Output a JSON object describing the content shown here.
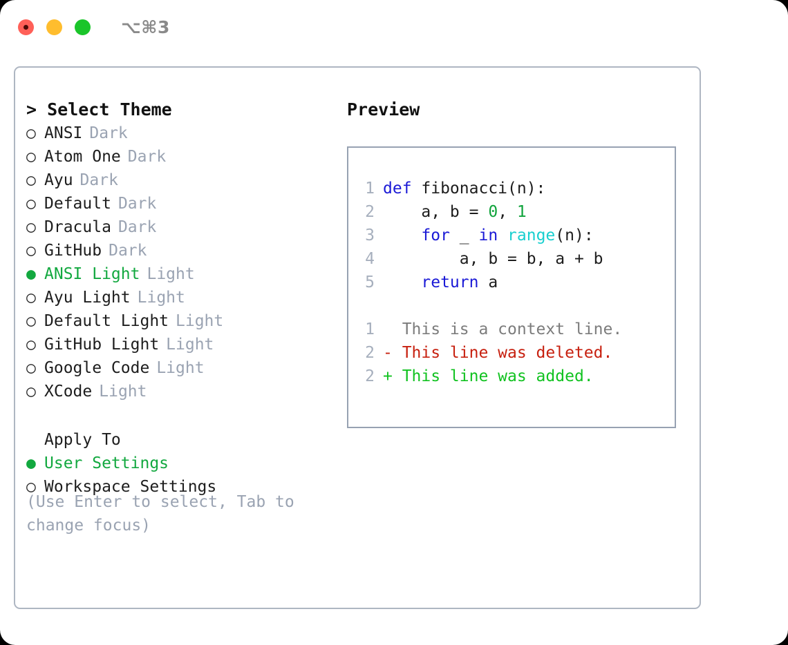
{
  "window": {
    "title": "⌥⌘3",
    "traffic_lights": [
      "close",
      "minimize",
      "maximize"
    ]
  },
  "colors": {
    "accent_green": "#12a83f",
    "muted": "#9aa3b2",
    "text": "#1d1d1d",
    "border": "#aeb6c2",
    "keyword_blue": "#1a19d6",
    "number_green": "#0fa33b",
    "builtin_cyan": "#18cfcf",
    "diff_delete_red": "#c7200f",
    "diff_add_green": "#11c220",
    "line_number": "#a6afbd"
  },
  "theme_list": {
    "header": "> Select Theme",
    "items": [
      {
        "bullet": "○",
        "selected": false,
        "name": "ANSI",
        "tag": "Dark"
      },
      {
        "bullet": "○",
        "selected": false,
        "name": "Atom One",
        "tag": "Dark"
      },
      {
        "bullet": "○",
        "selected": false,
        "name": "Ayu",
        "tag": "Dark"
      },
      {
        "bullet": "○",
        "selected": false,
        "name": "Default",
        "tag": "Dark"
      },
      {
        "bullet": "○",
        "selected": false,
        "name": "Dracula",
        "tag": "Dark"
      },
      {
        "bullet": "○",
        "selected": false,
        "name": "GitHub",
        "tag": "Dark"
      },
      {
        "bullet": "●",
        "selected": true,
        "name": "ANSI Light",
        "tag": "Light"
      },
      {
        "bullet": "○",
        "selected": false,
        "name": "Ayu Light",
        "tag": "Light"
      },
      {
        "bullet": "○",
        "selected": false,
        "name": "Default Light",
        "tag": "Light"
      },
      {
        "bullet": "○",
        "selected": false,
        "name": "GitHub Light",
        "tag": "Light"
      },
      {
        "bullet": "○",
        "selected": false,
        "name": "Google Code",
        "tag": "Light"
      },
      {
        "bullet": "○",
        "selected": false,
        "name": "XCode",
        "tag": "Light"
      }
    ]
  },
  "apply_to": {
    "label": "Apply To",
    "items": [
      {
        "bullet": "●",
        "selected": true,
        "name": "User Settings"
      },
      {
        "bullet": "○",
        "selected": false,
        "name": "Workspace Settings"
      }
    ]
  },
  "hint": "(Use Enter to select, Tab to change focus)",
  "preview": {
    "title": "Preview",
    "code_lines": [
      {
        "lineno": "1",
        "tokens": [
          {
            "t": "def",
            "c": "kw"
          },
          {
            "t": " fibonacci(n):",
            "c": "plain"
          }
        ]
      },
      {
        "lineno": "2",
        "tokens": [
          {
            "t": "    a, b = ",
            "c": "plain"
          },
          {
            "t": "0",
            "c": "num"
          },
          {
            "t": ", ",
            "c": "plain"
          },
          {
            "t": "1",
            "c": "num"
          }
        ]
      },
      {
        "lineno": "3",
        "tokens": [
          {
            "t": "    ",
            "c": "plain"
          },
          {
            "t": "for",
            "c": "kw"
          },
          {
            "t": " _ ",
            "c": "plain"
          },
          {
            "t": "in",
            "c": "kw"
          },
          {
            "t": " ",
            "c": "plain"
          },
          {
            "t": "range",
            "c": "fn"
          },
          {
            "t": "(n):",
            "c": "plain"
          }
        ]
      },
      {
        "lineno": "4",
        "tokens": [
          {
            "t": "        a, b = b, a + b",
            "c": "plain"
          }
        ]
      },
      {
        "lineno": "5",
        "tokens": [
          {
            "t": "    ",
            "c": "plain"
          },
          {
            "t": "return",
            "c": "kw"
          },
          {
            "t": " a",
            "c": "plain"
          }
        ]
      }
    ],
    "diff_lines": [
      {
        "lineno": "1",
        "marker": "  ",
        "text": "This is a context line.",
        "kind": "context"
      },
      {
        "lineno": "2",
        "marker": "- ",
        "text": "This line was deleted.",
        "kind": "delete"
      },
      {
        "lineno": "2",
        "marker": "+ ",
        "text": "This line was added.",
        "kind": "add"
      }
    ]
  }
}
